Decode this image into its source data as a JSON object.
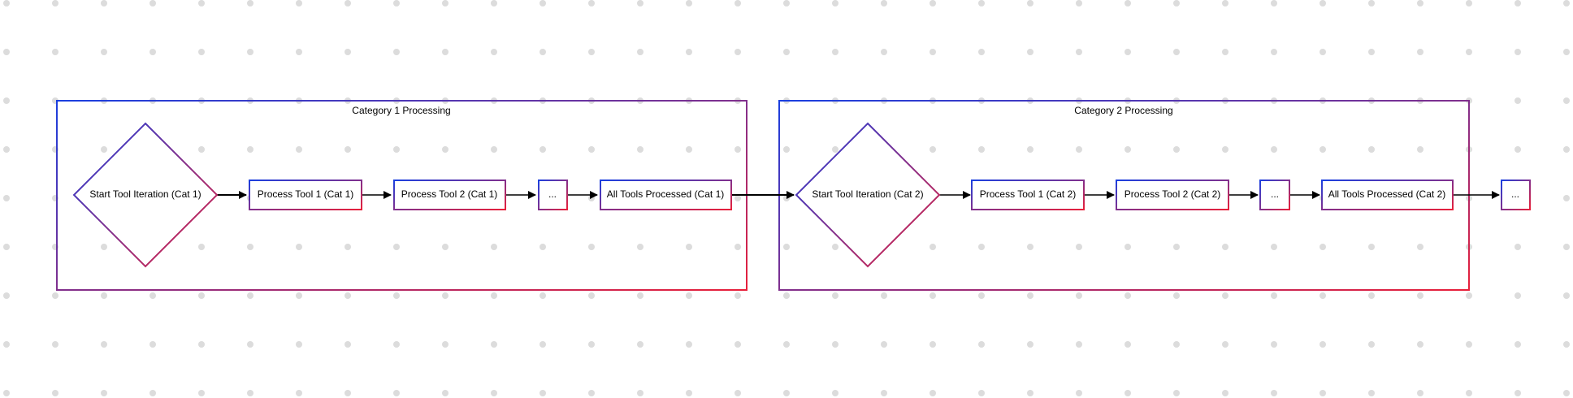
{
  "groups": [
    {
      "title": "Category 1 Processing"
    },
    {
      "title": "Category 2 Processing"
    }
  ],
  "nodes": {
    "start_cat1": "Start Tool Iteration (Cat 1)",
    "process_tool1_cat1": "Process Tool 1 (Cat 1)",
    "process_tool2_cat1": "Process Tool 2 (Cat 1)",
    "ellipsis_cat1": "...",
    "all_processed_cat1": "All Tools Processed (Cat 1)",
    "start_cat2": "Start Tool Iteration (Cat 2)",
    "process_tool1_cat2": "Process Tool 1 (Cat 2)",
    "process_tool2_cat2": "Process Tool 2 (Cat 2)",
    "ellipsis_cat2": "...",
    "all_processed_cat2": "All Tools Processed (Cat 2)",
    "ellipsis_next": "..."
  },
  "colors": {
    "gradient_start": "#1a3fe0",
    "gradient_end": "#e8203a",
    "edge": "#000000",
    "dot": "#dcdcdc",
    "background": "#ffffff"
  }
}
